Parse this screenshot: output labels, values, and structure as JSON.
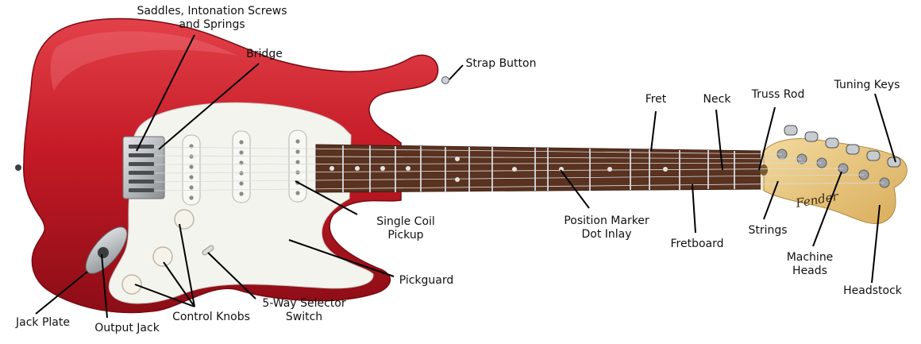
{
  "colors": {
    "body": "#c41a26",
    "pickguard": "#f4f4ef",
    "fretboard": "#5a3220",
    "headstock": "#e7c57f",
    "chrome": "#b8bcc0"
  },
  "labels": {
    "saddles": [
      "Saddles, Intonation Screws",
      "and Springs"
    ],
    "bridge": "Bridge",
    "strap_button": "Strap Button",
    "fret": "Fret",
    "neck": "Neck",
    "truss_rod": "Truss Rod",
    "tuning_keys": "Tuning Keys",
    "single_coil": [
      "Single Coil",
      "Pickup"
    ],
    "position_marker": [
      "Position Marker",
      "Dot Inlay"
    ],
    "fretboard": "Fretboard",
    "strings": "Strings",
    "machine_heads": [
      "Machine",
      "Heads"
    ],
    "headstock": "Headstock",
    "pickguard": "Pickguard",
    "selector": [
      "5-Way Selector",
      "Switch"
    ],
    "control_knobs": "Control Knobs",
    "output_jack": "Output Jack",
    "jack_plate": "Jack Plate"
  },
  "brand": "Fender"
}
